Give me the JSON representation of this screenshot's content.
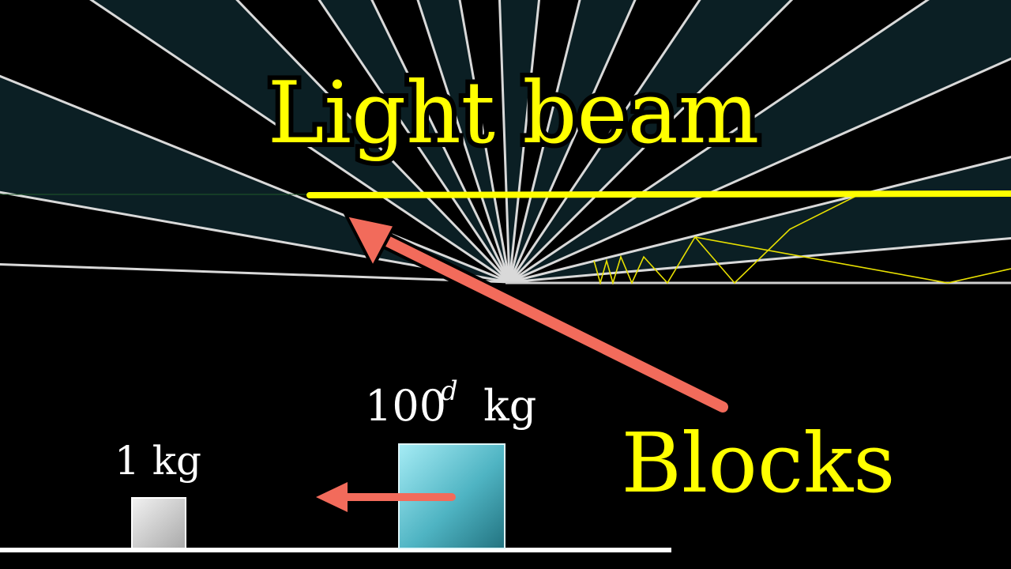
{
  "labels": {
    "light_beam": "Light beam",
    "blocks": "Blocks",
    "small_mass": "1 kg",
    "big_mass_base": "100",
    "big_mass_exponent": "d",
    "big_mass_unit": "kg"
  },
  "colors": {
    "background": "#000000",
    "wedge_fill": "#0b1f24",
    "ray": "#d9d9d9",
    "beam": "#ffff00",
    "arrow": "#f26b5b",
    "small_block": "#dcdcdc",
    "big_block_light": "#9fe3ef",
    "big_block_dark": "#2a7e8a",
    "floor": "#ffffff"
  }
}
